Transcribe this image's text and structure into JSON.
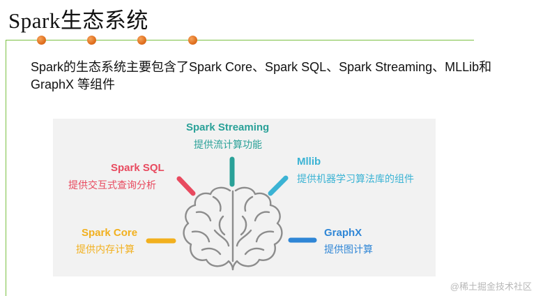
{
  "slide": {
    "title": "Spark生态系统",
    "description": "Spark的生态系统主要包含了Spark Core、Spark SQL、Spark Streaming、MLLib和GraphX 等组件"
  },
  "diagram": {
    "components": [
      {
        "name": "Spark Streaming",
        "desc": "提供流计算功能",
        "color": "#2aa198"
      },
      {
        "name": "Spark SQL",
        "desc": "提供交互式查询分析",
        "color": "#e84a5f"
      },
      {
        "name": "Mllib",
        "desc": "提供机器学习算法库的组件",
        "color": "#3bb3d4"
      },
      {
        "name": "Spark Core",
        "desc": "提供内存计算",
        "color": "#f2b01e"
      },
      {
        "name": "GraphX",
        "desc": "提供图计算",
        "color": "#2f86d6"
      }
    ],
    "icon": "brain-icon"
  },
  "watermark": "@稀土掘金技术社区",
  "colors": {
    "rule": "#7bc043",
    "dots": "#e0701e"
  }
}
